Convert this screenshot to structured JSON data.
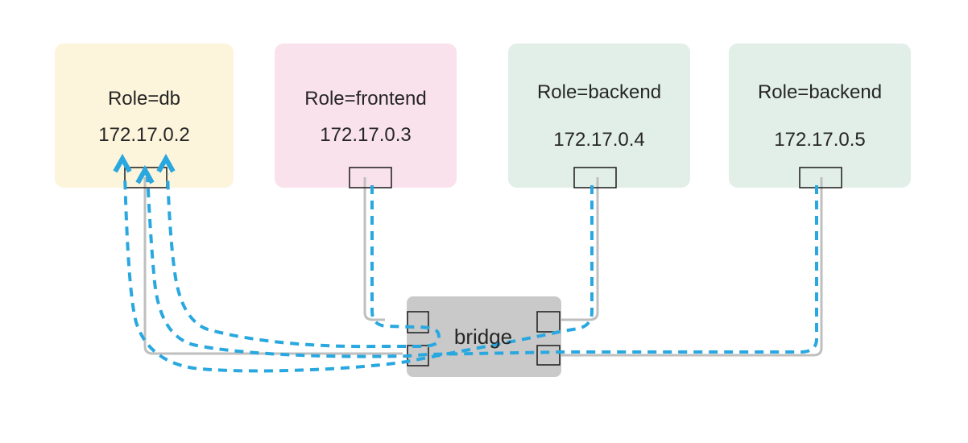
{
  "diagram": {
    "title_semantic": "docker-default-bridge-network-ping-diagram",
    "background": "#ffffff",
    "containers": [
      {
        "role": "Role=db",
        "ip": "172.17.0.2",
        "fill": "#fcf4db"
      },
      {
        "role": "Role=frontend",
        "ip": "172.17.0.3",
        "fill": "#f9e2ec"
      },
      {
        "role": "Role=backend",
        "ip": "172.17.0.4",
        "fill": "#e2efe9"
      },
      {
        "role": "Role=backend",
        "ip": "172.17.0.5",
        "fill": "#e2efe9"
      }
    ],
    "bridge": {
      "label": "bridge",
      "fill": "#c9c9c9"
    },
    "colors": {
      "ping_traffic": "#29a8e0",
      "physical_link": "#bfbfbf",
      "port_outline": "#1a1a1a",
      "text": "#262626"
    }
  }
}
